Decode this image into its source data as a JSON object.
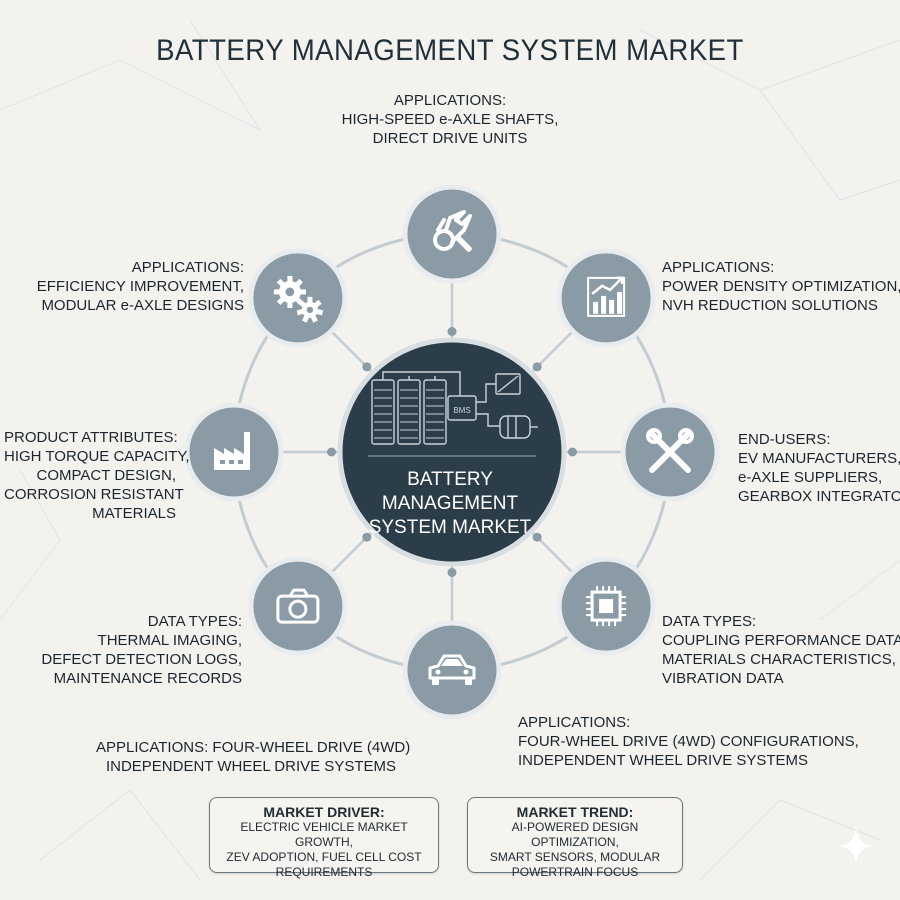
{
  "title": "BATTERY MANAGEMENT SYSTEM MARKET",
  "colors": {
    "node": "#8a9ba6",
    "hub": "#2b3d48",
    "ring": "#c7ced3",
    "accent": "#ffffff"
  },
  "center": {
    "lines": [
      "BATTERY",
      "MANAGEMENT",
      "SYSTEM MARKET"
    ],
    "chip_label": "BMS",
    "icon": "battery-bms-motor-icon"
  },
  "nodes": [
    {
      "id": "top",
      "icon": "wrench-gear-icon",
      "heading": "APPLICATIONS:",
      "lines": [
        "HIGH-SPEED e-AXLE SHAFTS,",
        "DIRECT DRIVE UNITS"
      ]
    },
    {
      "id": "upper-right",
      "icon": "growth-chart-icon",
      "heading": "APPLICATIONS:",
      "lines": [
        "POWER DENSITY OPTIMIZATION,",
        "NVH REDUCTION SOLUTIONS"
      ]
    },
    {
      "id": "right",
      "icon": "tools-icon",
      "heading": "END-USERS:",
      "lines": [
        "EV MANUFACTURERS,",
        "e-AXLE SUPPLIERS,",
        "GEARBOX INTEGRATORS"
      ]
    },
    {
      "id": "lower-right",
      "icon": "chip-icon",
      "heading": "DATA TYPES:",
      "lines": [
        "COUPLING PERFORMANCE DATA,",
        "MATERIALS CHARACTERISTICS,",
        "VIBRATION DATA"
      ]
    },
    {
      "id": "bottom",
      "icon": "car-icon",
      "heading": "APPLICATIONS:",
      "lines": [
        "FOUR-WHEEL DRIVE (4WD) CONFIGURATIONS,",
        "INDEPENDENT WHEEL DRIVE SYSTEMS"
      ]
    },
    {
      "id": "lower-left",
      "icon": "camera-icon",
      "heading": "DATA TYPES:",
      "lines": [
        "THERMAL IMAGING,",
        "DEFECT DETECTION LOGS,",
        "MAINTENANCE RECORDS"
      ]
    },
    {
      "id": "left",
      "icon": "factory-icon",
      "heading": "PRODUCT ATTRIBUTES:",
      "lines": [
        "HIGH TORQUE CAPACITY,",
        "COMPACT DESIGN,",
        "CORROSION RESISTANT",
        "MATERIALS"
      ]
    },
    {
      "id": "upper-left",
      "icon": "gears-icon",
      "heading": "APPLICATIONS:",
      "lines": [
        "EFFICIENCY IMPROVEMENT,",
        "MODULAR e-AXLE DESIGNS"
      ]
    }
  ],
  "bottom_left_label": {
    "lines": [
      "APPLICATIONS: FOUR-WHEEL DRIVE (4WD)",
      "INDEPENDENT WHEEL DRIVE SYSTEMS"
    ]
  },
  "boxes": [
    {
      "id": "driver",
      "heading": "MARKET DRIVER:",
      "lines": [
        "ELECTRIC VEHICLE MARKET GROWTH,",
        "ZEV ADOPTION, FUEL CELL COST",
        "REQUIREMENTS"
      ]
    },
    {
      "id": "trend",
      "heading": "MARKET TREND:",
      "lines": [
        "AI-POWERED DESIGN OPTIMIZATION,",
        "SMART SENSORS, MODULAR",
        "POWERTRAIN FOCUS"
      ]
    }
  ],
  "watermark_icon": "sparkle-icon"
}
